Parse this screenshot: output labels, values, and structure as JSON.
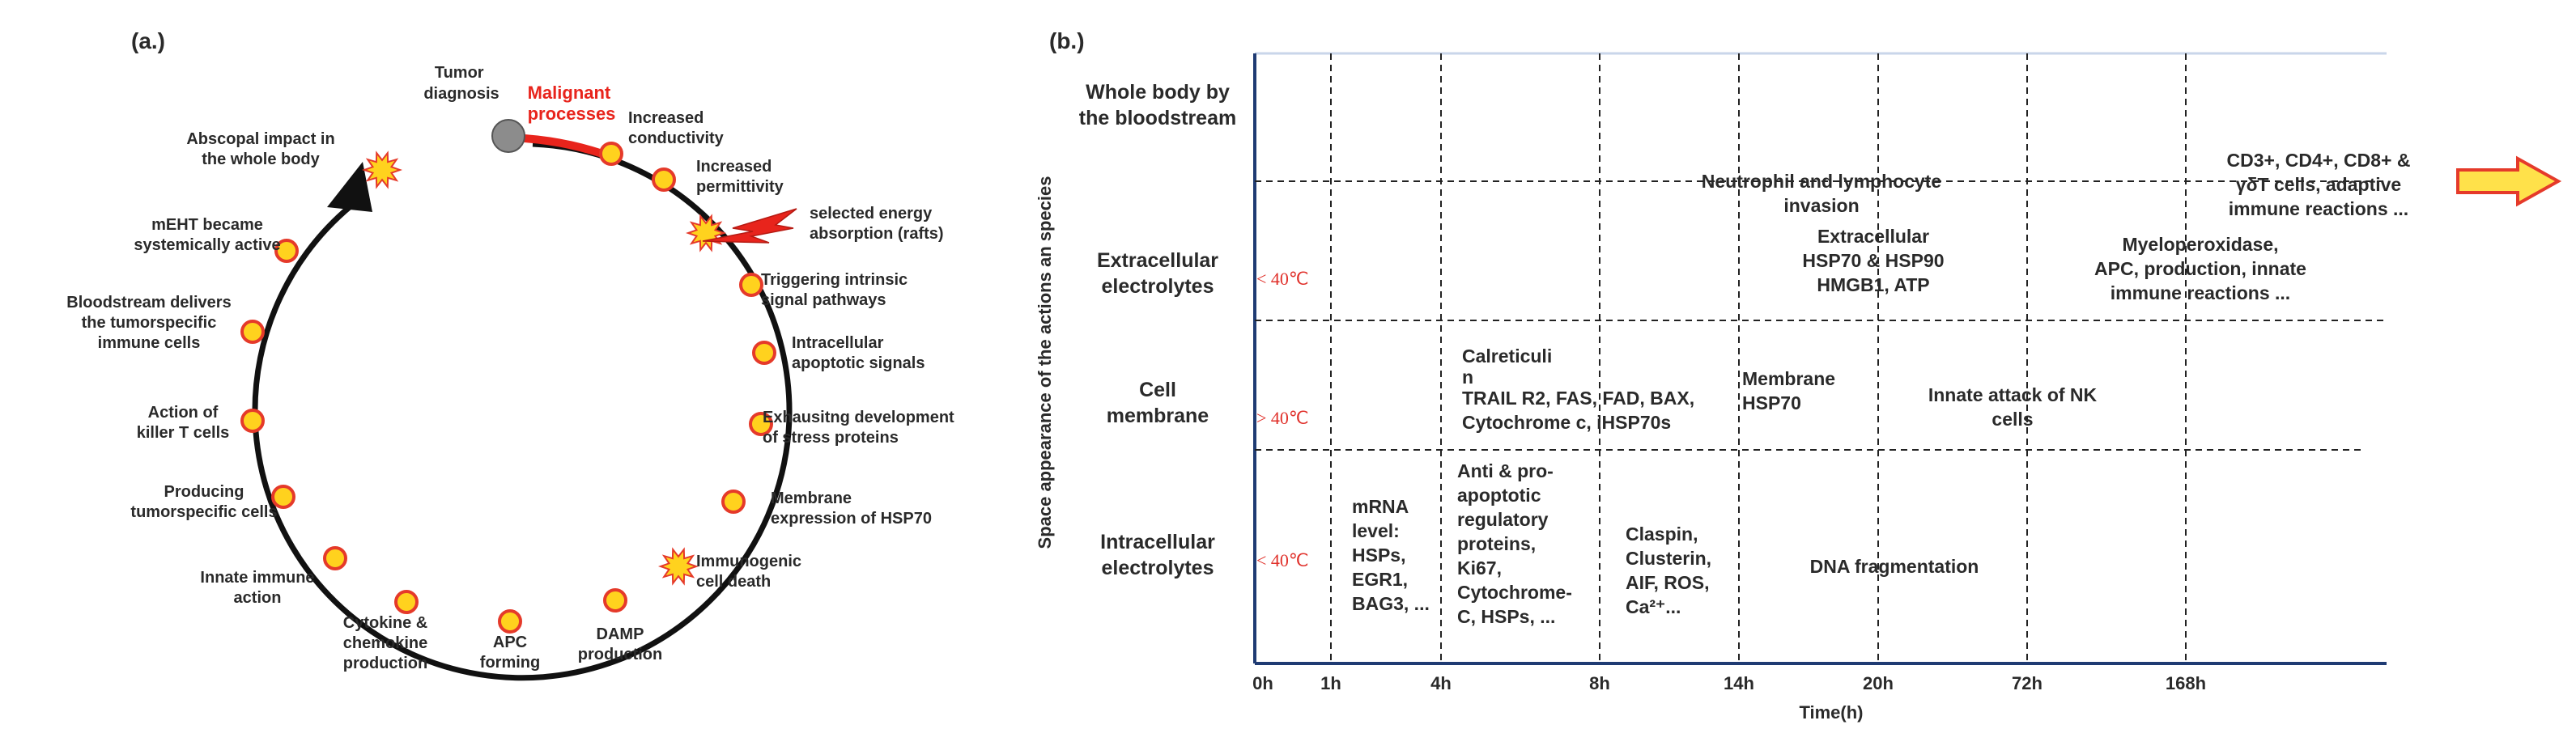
{
  "panel_a": {
    "label": "(a.)",
    "tumor_diagnosis": [
      "Tumor",
      "diagnosis"
    ],
    "malignant": [
      "Malignant",
      "processes"
    ],
    "steps": [
      {
        "lines": [
          "Increased",
          "conductivity"
        ]
      },
      {
        "lines": [
          "Increased",
          "permittivity"
        ]
      },
      {
        "lines": [
          "selected energy",
          "absorption (rafts)"
        ]
      },
      {
        "lines": [
          "Triggering intrinsic",
          "signal pathways"
        ]
      },
      {
        "lines": [
          "Intracellular",
          "apoptotic signals"
        ]
      },
      {
        "lines": [
          "Exhausitng development",
          "of stress proteins"
        ]
      },
      {
        "lines": [
          "Membrane",
          "expression of HSP70"
        ]
      },
      {
        "lines": [
          "Immunogenic",
          "cell death"
        ]
      },
      {
        "lines": [
          "DAMP",
          "production"
        ]
      },
      {
        "lines": [
          "APC",
          "forming"
        ]
      },
      {
        "lines": [
          "Cytokine &",
          "chemokine",
          "production"
        ]
      },
      {
        "lines": [
          "Innate immune",
          "action"
        ]
      },
      {
        "lines": [
          "Producing",
          "tumorspecific cells"
        ]
      },
      {
        "lines": [
          "Action of",
          "killer  T cells"
        ]
      },
      {
        "lines": [
          "Bloodstream delivers",
          "the tumorspecific",
          "immune cells"
        ]
      },
      {
        "lines": [
          "mEHT became",
          "systemically  active"
        ]
      },
      {
        "lines": [
          "Abscopal impact in",
          "the whole body"
        ]
      }
    ]
  },
  "panel_b": {
    "label": "(b.)",
    "ylabel": "Space appearance of the actions an species",
    "xlabel": "Time(h)",
    "xticks": [
      "0h",
      "1h",
      "4h",
      "8h",
      "14h",
      "20h",
      "72h",
      "168h"
    ],
    "rows": [
      {
        "lines": [
          "Whole body by",
          "the bloodstream"
        ]
      },
      {
        "lines": [
          "Extracellular",
          "electrolytes"
        ]
      },
      {
        "lines": [
          "Cell",
          "membrane"
        ]
      },
      {
        "lines": [
          "Intracellular",
          "electrolytes"
        ]
      }
    ],
    "temps": [
      "< 40℃",
      "> 40℃",
      "< 40℃"
    ],
    "cells": {
      "neutrophil": [
        "Neutrophil and lymphocyte",
        "invasion"
      ],
      "cd": [
        "CD3+, CD4+, CD8+ &",
        "γδT cells, adaptive",
        "immune reactions ..."
      ],
      "extra_hsp": [
        "Extracellular",
        "HSP70 & HSP90",
        "HMGB1, ATP"
      ],
      "myelo": [
        "Myeloperoxidase,",
        "APC, production, innate",
        "immune reactions ..."
      ],
      "calret": [
        "Calreticuli",
        "n"
      ],
      "trail": [
        "TRAIL R2, FAS, FAD, BAX,",
        "Cytochrome c, iHSP70s"
      ],
      "mem_hsp": [
        "Membrane",
        "HSP70"
      ],
      "nk": [
        "Innate attack of NK",
        "cells"
      ],
      "mrna": [
        "mRNA",
        "level:",
        "HSPs,",
        "EGR1,",
        "BAG3, ..."
      ],
      "anti": [
        "Anti & pro-",
        "apoptotic",
        "regulatory",
        "proteins,",
        "Ki67,",
        "Cytochrome-",
        "C, HSPs,  ..."
      ],
      "claspin": [
        "Claspin,",
        "Clusterin,",
        "AIF, ROS,",
        "Ca²⁺..."
      ],
      "dna": [
        "DNA fragmentation"
      ]
    }
  },
  "colors": {
    "node_fill": "#ffd21e",
    "node_stroke": "#e53a2a",
    "arrow_red": "#e8241c",
    "line_blue": "#1f3b73",
    "burst": "#ffd21e",
    "temp_red": "#e0302a"
  }
}
